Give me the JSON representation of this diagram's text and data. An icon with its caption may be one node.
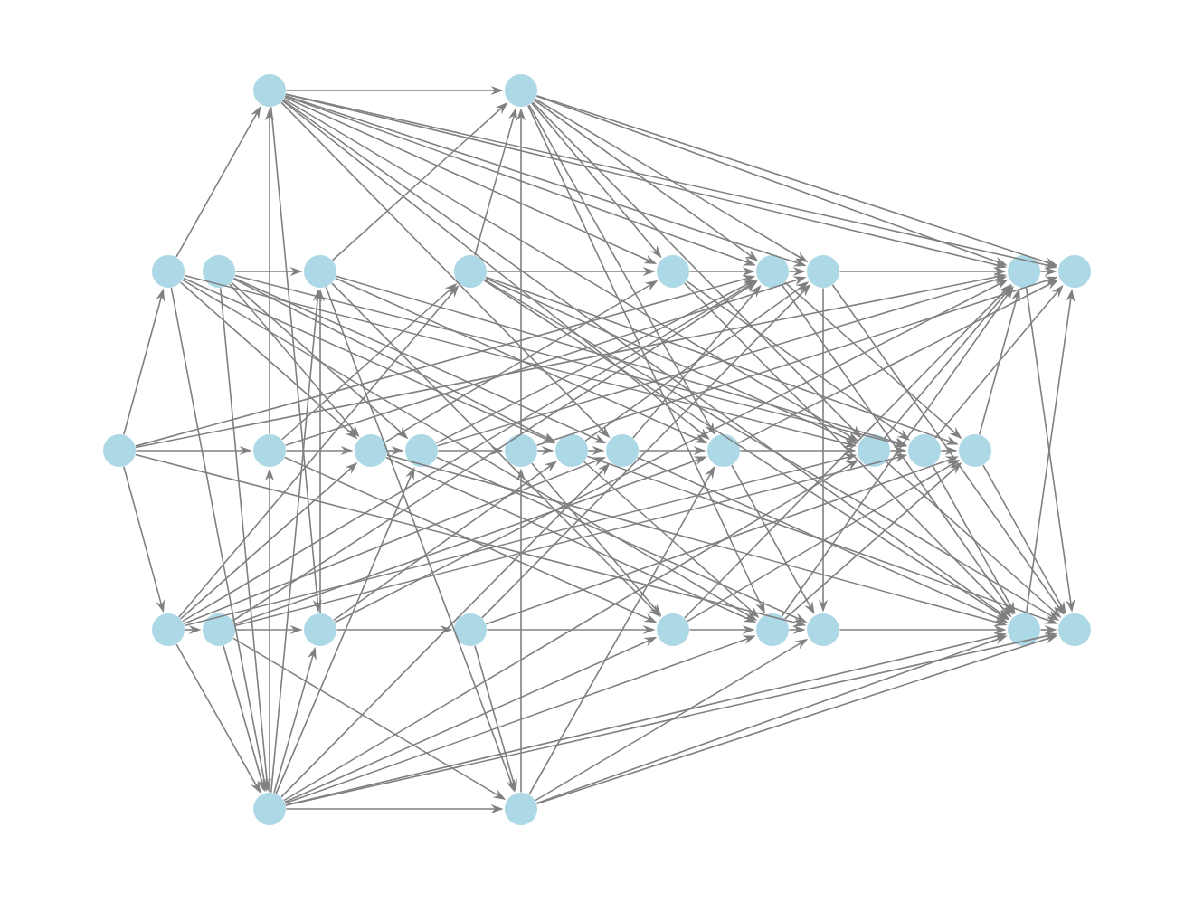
{
  "diagram": {
    "nodes": [
      {
        "text": [],
        "shape": "circle"
      },
      {
        "text": [],
        "shape": "circle"
      },
      {
        "text": [],
        "shape": "circle"
      },
      {
        "text": [],
        "shape": "circle"
      },
      {
        "text": [],
        "shape": "circle"
      },
      {
        "text": [],
        "shape": "circle"
      },
      {
        "text": [],
        "shape": "circle"
      },
      {
        "text": [],
        "shape": "circle"
      },
      {
        "text": [],
        "shape": "circle"
      },
      {
        "text": [],
        "shape": "circle"
      },
      {
        "text": [],
        "shape": "circle"
      },
      {
        "text": [],
        "shape": "circle"
      },
      {
        "text": [],
        "shape": "circle"
      },
      {
        "text": [],
        "shape": "circle"
      },
      {
        "text": [],
        "shape": "circle"
      },
      {
        "text": [],
        "shape": "circle"
      },
      {
        "text": [],
        "shape": "circle"
      },
      {
        "text": [],
        "shape": "circle"
      },
      {
        "text": [],
        "shape": "circle"
      },
      {
        "text": [],
        "shape": "circle"
      },
      {
        "text": [],
        "shape": "circle"
      },
      {
        "text": [],
        "shape": "circle"
      },
      {
        "text": [],
        "shape": "circle"
      },
      {
        "text": [],
        "shape": "circle"
      },
      {
        "text": [],
        "shape": "circle"
      },
      {
        "text": [],
        "shape": "circle"
      },
      {
        "text": [],
        "shape": "circle"
      },
      {
        "text": [],
        "shape": "circle"
      },
      {
        "text": [],
        "shape": "circle"
      },
      {
        "text": [],
        "shape": "circle"
      },
      {
        "text": [],
        "shape": "circle"
      },
      {
        "text": [],
        "shape": "circle"
      },
      {
        "text": [],
        "shape": "circle"
      }
    ],
    "edges": [
      {
        "from": 0,
        "to": 1,
        "arrow": "to"
      },
      {
        "from": 0,
        "to": 6,
        "arrow": "to"
      },
      {
        "from": 0,
        "to": 7,
        "arrow": "to"
      },
      {
        "from": 0,
        "to": 8,
        "arrow": "to"
      },
      {
        "from": 0,
        "to": 9,
        "arrow": "to"
      },
      {
        "from": 0,
        "to": 10,
        "arrow": "to"
      },
      {
        "from": 0,
        "to": 17,
        "arrow": "to"
      },
      {
        "from": 0,
        "to": 18,
        "arrow": "to"
      },
      {
        "from": 0,
        "to": 19,
        "arrow": "to"
      },
      {
        "from": 0,
        "to": 24,
        "arrow": "to"
      },
      {
        "from": 0,
        "to": 29,
        "arrow": "to"
      },
      {
        "from": 1,
        "to": 9,
        "arrow": "to"
      },
      {
        "from": 1,
        "to": 10,
        "arrow": "to"
      },
      {
        "from": 1,
        "to": 7,
        "arrow": "to"
      },
      {
        "from": 1,
        "to": 8,
        "arrow": "to"
      },
      {
        "from": 1,
        "to": 6,
        "arrow": "to"
      },
      {
        "from": 1,
        "to": 18,
        "arrow": "to"
      },
      {
        "from": 1,
        "to": 19,
        "arrow": "to"
      },
      {
        "from": 1,
        "to": 27,
        "arrow": "to"
      },
      {
        "from": 2,
        "to": 0,
        "arrow": "to"
      },
      {
        "from": 2,
        "to": 13,
        "arrow": "to"
      },
      {
        "from": 2,
        "to": 16,
        "arrow": "to"
      },
      {
        "from": 2,
        "to": 19,
        "arrow": "to"
      },
      {
        "from": 2,
        "to": 27,
        "arrow": "to"
      },
      {
        "from": 2,
        "to": 31,
        "arrow": "to"
      },
      {
        "from": 3,
        "to": 4,
        "arrow": "to"
      },
      {
        "from": 3,
        "to": 13,
        "arrow": "to"
      },
      {
        "from": 3,
        "to": 14,
        "arrow": "to"
      },
      {
        "from": 3,
        "to": 16,
        "arrow": "to"
      },
      {
        "from": 3,
        "to": 17,
        "arrow": "to"
      },
      {
        "from": 3,
        "to": 20,
        "arrow": "to"
      },
      {
        "from": 3,
        "to": 31,
        "arrow": "to"
      },
      {
        "from": 4,
        "to": 1,
        "arrow": "to"
      },
      {
        "from": 4,
        "to": 20,
        "arrow": "to"
      },
      {
        "from": 4,
        "to": 18,
        "arrow": "to"
      },
      {
        "from": 4,
        "to": 26,
        "arrow": "to"
      },
      {
        "from": 4,
        "to": 32,
        "arrow": "to"
      },
      {
        "from": 5,
        "to": 1,
        "arrow": "to"
      },
      {
        "from": 5,
        "to": 6,
        "arrow": "to"
      },
      {
        "from": 5,
        "to": 21,
        "arrow": "to"
      },
      {
        "from": 5,
        "to": 19,
        "arrow": "to"
      },
      {
        "from": 5,
        "to": 30,
        "arrow": "to"
      },
      {
        "from": 5,
        "to": 29,
        "arrow": "to"
      },
      {
        "from": 6,
        "to": 7,
        "arrow": "to"
      },
      {
        "from": 6,
        "to": 20,
        "arrow": "to"
      },
      {
        "from": 6,
        "to": 29,
        "arrow": "to"
      },
      {
        "from": 7,
        "to": 8,
        "arrow": "to"
      },
      {
        "from": 7,
        "to": 21,
        "arrow": "to"
      },
      {
        "from": 7,
        "to": 29,
        "arrow": "to"
      },
      {
        "from": 8,
        "to": 9,
        "arrow": "to"
      },
      {
        "from": 8,
        "to": 28,
        "arrow": "to"
      },
      {
        "from": 8,
        "to": 30,
        "arrow": "to"
      },
      {
        "from": 9,
        "to": 10,
        "arrow": "to"
      },
      {
        "from": 9,
        "to": 30,
        "arrow": "to"
      },
      {
        "from": 11,
        "to": 2,
        "arrow": "to"
      },
      {
        "from": 11,
        "to": 12,
        "arrow": "to"
      },
      {
        "from": 11,
        "to": 22,
        "arrow": "to"
      },
      {
        "from": 11,
        "to": 7,
        "arrow": "to"
      },
      {
        "from": 11,
        "to": 28,
        "arrow": "to"
      },
      {
        "from": 11,
        "to": 9,
        "arrow": "to"
      },
      {
        "from": 12,
        "to": 0,
        "arrow": "to"
      },
      {
        "from": 12,
        "to": 13,
        "arrow": "to"
      },
      {
        "from": 12,
        "to": 5,
        "arrow": "to"
      },
      {
        "from": 12,
        "to": 8,
        "arrow": "to"
      },
      {
        "from": 12,
        "to": 26,
        "arrow": "to"
      },
      {
        "from": 13,
        "to": 14,
        "arrow": "to"
      },
      {
        "from": 13,
        "to": 6,
        "arrow": "to"
      },
      {
        "from": 13,
        "to": 27,
        "arrow": "to"
      },
      {
        "from": 13,
        "to": 29,
        "arrow": "to"
      },
      {
        "from": 14,
        "to": 15,
        "arrow": "to"
      },
      {
        "from": 14,
        "to": 9,
        "arrow": "to"
      },
      {
        "from": 14,
        "to": 28,
        "arrow": "to"
      },
      {
        "from": 14,
        "to": 7,
        "arrow": "to"
      },
      {
        "from": 15,
        "to": 16,
        "arrow": "to"
      },
      {
        "from": 15,
        "to": 1,
        "arrow": "to"
      },
      {
        "from": 15,
        "to": 26,
        "arrow": "to"
      },
      {
        "from": 15,
        "to": 10,
        "arrow": "to"
      },
      {
        "from": 16,
        "to": 17,
        "arrow": "to"
      },
      {
        "from": 16,
        "to": 8,
        "arrow": "to"
      },
      {
        "from": 16,
        "to": 27,
        "arrow": "to"
      },
      {
        "from": 16,
        "to": 30,
        "arrow": "to"
      },
      {
        "from": 17,
        "to": 18,
        "arrow": "to"
      },
      {
        "from": 17,
        "to": 7,
        "arrow": "to"
      },
      {
        "from": 17,
        "to": 29,
        "arrow": "to"
      },
      {
        "from": 18,
        "to": 19,
        "arrow": "to"
      },
      {
        "from": 18,
        "to": 10,
        "arrow": "to"
      },
      {
        "from": 18,
        "to": 28,
        "arrow": "to"
      },
      {
        "from": 19,
        "to": 20,
        "arrow": "to"
      },
      {
        "from": 19,
        "to": 9,
        "arrow": "to"
      },
      {
        "from": 19,
        "to": 30,
        "arrow": "to"
      },
      {
        "from": 20,
        "to": 21,
        "arrow": "to"
      },
      {
        "from": 20,
        "to": 10,
        "arrow": "to"
      },
      {
        "from": 20,
        "to": 29,
        "arrow": "to"
      },
      {
        "from": 21,
        "to": 9,
        "arrow": "to"
      },
      {
        "from": 21,
        "to": 30,
        "arrow": "to"
      },
      {
        "from": 22,
        "to": 23,
        "arrow": "to"
      },
      {
        "from": 22,
        "to": 31,
        "arrow": "to"
      },
      {
        "from": 22,
        "to": 5,
        "arrow": "to"
      },
      {
        "from": 22,
        "to": 13,
        "arrow": "to"
      },
      {
        "from": 22,
        "to": 17,
        "arrow": "to"
      },
      {
        "from": 22,
        "to": 19,
        "arrow": "to"
      },
      {
        "from": 22,
        "to": 7,
        "arrow": "to"
      },
      {
        "from": 23,
        "to": 24,
        "arrow": "to"
      },
      {
        "from": 23,
        "to": 31,
        "arrow": "to"
      },
      {
        "from": 23,
        "to": 32,
        "arrow": "to"
      },
      {
        "from": 23,
        "to": 7,
        "arrow": "to"
      },
      {
        "from": 23,
        "to": 18,
        "arrow": "to"
      },
      {
        "from": 23,
        "to": 20,
        "arrow": "to"
      },
      {
        "from": 24,
        "to": 25,
        "arrow": "to"
      },
      {
        "from": 24,
        "to": 4,
        "arrow": "to"
      },
      {
        "from": 24,
        "to": 9,
        "arrow": "to"
      },
      {
        "from": 24,
        "to": 16,
        "arrow": "to"
      },
      {
        "from": 25,
        "to": 26,
        "arrow": "to"
      },
      {
        "from": 25,
        "to": 32,
        "arrow": "to"
      },
      {
        "from": 25,
        "to": 8,
        "arrow": "to"
      },
      {
        "from": 25,
        "to": 21,
        "arrow": "to"
      },
      {
        "from": 26,
        "to": 27,
        "arrow": "to"
      },
      {
        "from": 26,
        "to": 9,
        "arrow": "to"
      },
      {
        "from": 26,
        "to": 21,
        "arrow": "to"
      },
      {
        "from": 27,
        "to": 28,
        "arrow": "to"
      },
      {
        "from": 27,
        "to": 9,
        "arrow": "to"
      },
      {
        "from": 27,
        "to": 21,
        "arrow": "to"
      },
      {
        "from": 28,
        "to": 29,
        "arrow": "to"
      },
      {
        "from": 29,
        "to": 30,
        "arrow": "to"
      },
      {
        "from": 29,
        "to": 10,
        "arrow": "to"
      },
      {
        "from": 31,
        "to": 32,
        "arrow": "to"
      },
      {
        "from": 31,
        "to": 24,
        "arrow": "to"
      },
      {
        "from": 31,
        "to": 12,
        "arrow": "to"
      },
      {
        "from": 31,
        "to": 4,
        "arrow": "to"
      },
      {
        "from": 31,
        "to": 14,
        "arrow": "to"
      },
      {
        "from": 31,
        "to": 17,
        "arrow": "to"
      },
      {
        "from": 31,
        "to": 19,
        "arrow": "to"
      },
      {
        "from": 31,
        "to": 26,
        "arrow": "to"
      },
      {
        "from": 31,
        "to": 27,
        "arrow": "to"
      },
      {
        "from": 31,
        "to": 29,
        "arrow": "to"
      },
      {
        "from": 31,
        "to": 30,
        "arrow": "to"
      },
      {
        "from": 32,
        "to": 15,
        "arrow": "to"
      },
      {
        "from": 32,
        "to": 28,
        "arrow": "to"
      },
      {
        "from": 32,
        "to": 29,
        "arrow": "to"
      },
      {
        "from": 32,
        "to": 30,
        "arrow": "to"
      },
      {
        "from": 32,
        "to": 18,
        "arrow": "to"
      }
    ]
  }
}
